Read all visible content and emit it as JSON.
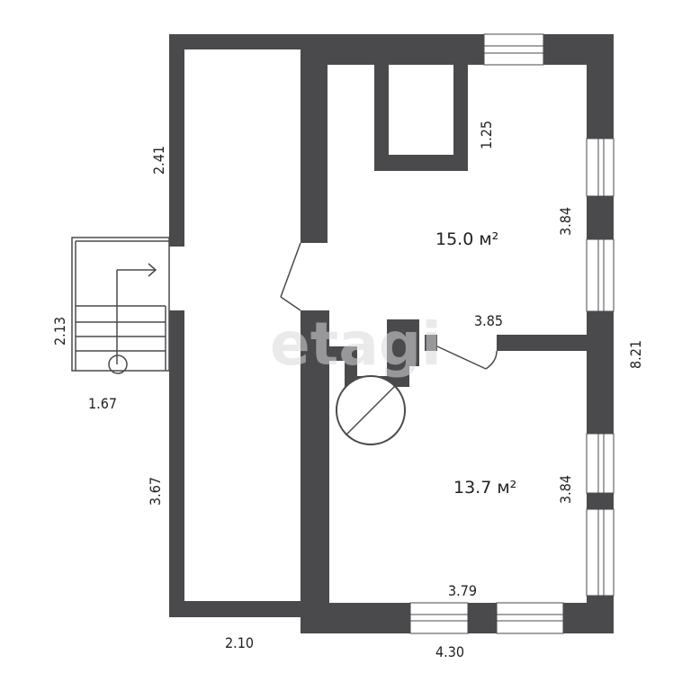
{
  "watermark": "etagi",
  "rooms": [
    {
      "area_label": "15.0 м²"
    },
    {
      "area_label": "13.7 м²"
    }
  ],
  "dimensions": {
    "left_upper": "2.41",
    "left_lower": "3.67",
    "bottom_left": "2.10",
    "bottom_right": "4.30",
    "bottom_inner": "3.79",
    "right_total": "8.21",
    "right_upper": "3.84",
    "right_lower": "3.84",
    "chimney": "1.25",
    "partition": "3.85",
    "stair_height": "2.13",
    "stair_width": "1.67"
  },
  "colors": {
    "wall": "#4a4a4d",
    "background": "#ffffff",
    "text": "#222222"
  }
}
